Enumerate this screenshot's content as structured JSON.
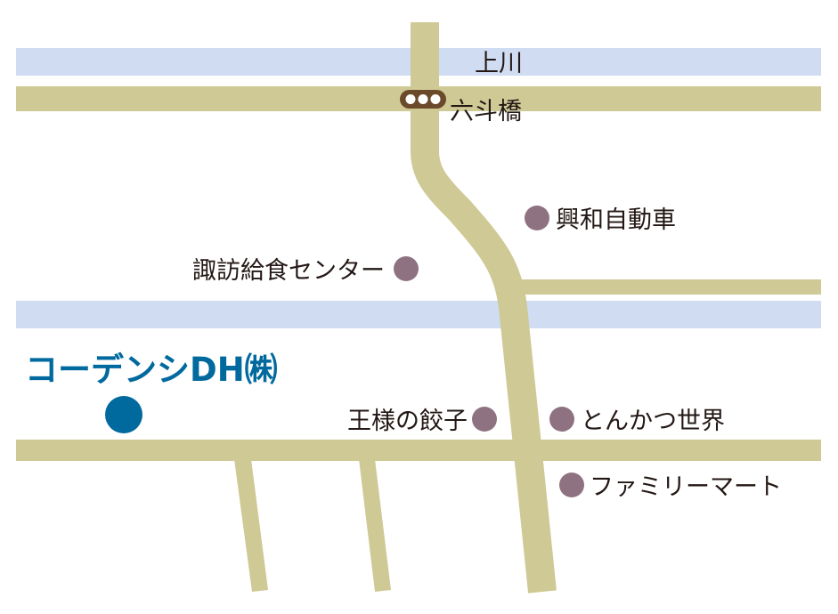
{
  "colors": {
    "road": "#cfc995",
    "river": "#d0dcf2",
    "landmark_dot": "#8f7282",
    "destination": "#00699e",
    "signal_body": "#6b4a2b",
    "signal_light": "#ffffff",
    "text": "#231815"
  },
  "rivers": {
    "top_label": "上川"
  },
  "intersection": {
    "signal_icon": "traffic-signal-icon",
    "label": "六斗橋"
  },
  "destination": {
    "label": "コーデンシDH㈱"
  },
  "landmarks": [
    {
      "id": "kowa",
      "label": "興和自動車"
    },
    {
      "id": "suwa",
      "label": "諏訪給食センター"
    },
    {
      "id": "ousama",
      "label": "王様の餃子"
    },
    {
      "id": "tonkatsu",
      "label": "とんかつ世界"
    },
    {
      "id": "familymart",
      "label": "ファミリーマート"
    }
  ]
}
